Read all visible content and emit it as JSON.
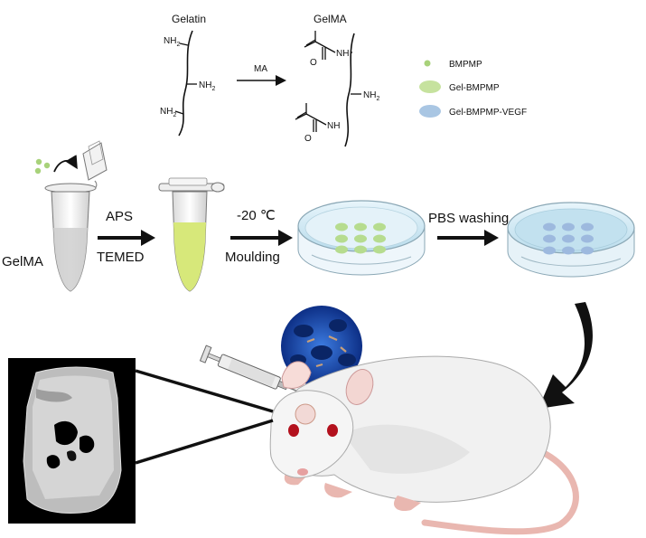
{
  "chemistry": {
    "gelatin_label": "Gelatin",
    "gelma_label": "GelMA",
    "amine_group": "NH",
    "amine_subscript": "2",
    "amide_group": "NH",
    "reaction_label": "MA"
  },
  "legend": {
    "items": [
      {
        "label": "BMPMP",
        "color": "#a8d27a"
      },
      {
        "label": "Gel-BMPMP",
        "color": "#c6e29e"
      },
      {
        "label": "Gel-BMPMP-VEGF",
        "color": "#a9c6e3"
      }
    ]
  },
  "process": {
    "start_label": "GelMA",
    "step1_top": "APS",
    "step1_bottom": "TEMED",
    "step2_top": "-20 ℃",
    "step2_bottom": "Moulding",
    "step3_top": "PBS washing"
  },
  "colors": {
    "gel_yellow": "#d7e87a",
    "dish_blue": "#c9e5f2",
    "disc_green": "#b6dc8f",
    "disc_blue": "#9db9de",
    "scaffold_blue": "#1d4fb0",
    "ct_background": "#000000"
  }
}
